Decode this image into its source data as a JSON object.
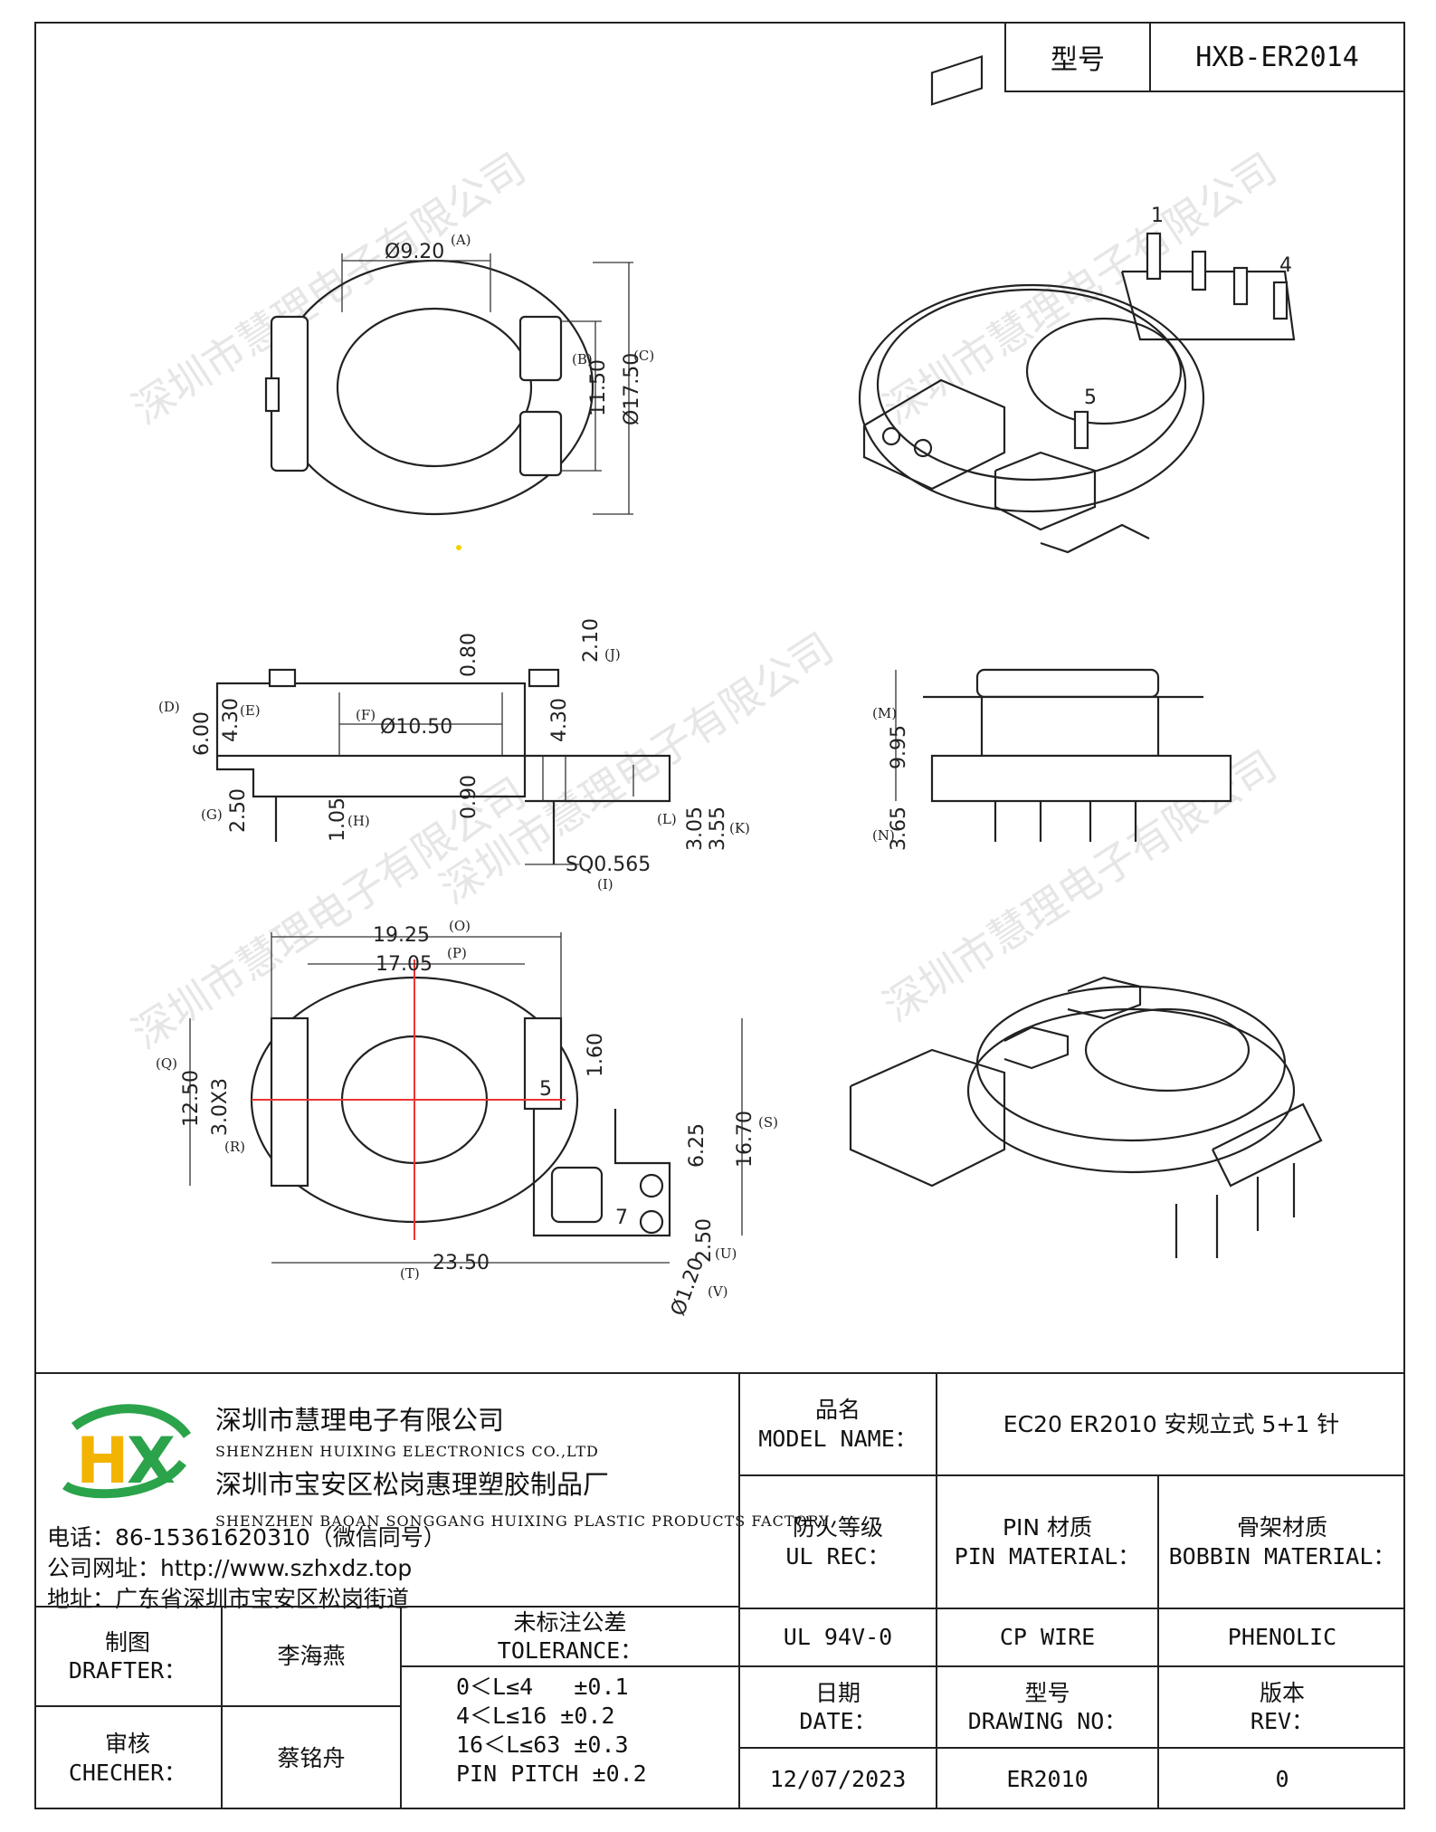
{
  "header": {
    "model_label": "型号",
    "model_value": "HXB-ER2014"
  },
  "watermark": "深圳市慧理电子有限公司",
  "icon": "hx-logo",
  "views": {
    "top_dims": [
      "Ø9.20",
      "(A)",
      "11.50",
      "(B)",
      "Ø17.50",
      "(C)"
    ],
    "side_dims": [
      "2.10",
      "(J)",
      "0.80",
      "6.00",
      "(D)",
      "4.30",
      "(E)",
      "(F)",
      "Ø10.50",
      "4.30",
      "0.90",
      "2.50",
      "(G)",
      "1.05",
      "(H)",
      "3.05",
      "(L)",
      "3.55",
      "(K)",
      "SQ0.565",
      "(I)"
    ],
    "end_dims": [
      "9.95",
      "(M)",
      "3.65",
      "(N)"
    ],
    "bottom_dims": [
      "19.25",
      "(O)",
      "17.05",
      "(P)",
      "1.60",
      "12.50",
      "(Q)",
      "3.0X3",
      "(R)",
      "6.25",
      "16.70",
      "(S)",
      "23.50",
      "(T)",
      "2.50",
      "(U)",
      "Ø1.20",
      "(V)"
    ],
    "pins": [
      "1",
      "4",
      "5",
      "5",
      "7"
    ]
  },
  "company": {
    "name_cn": "深圳市慧理电子有限公司",
    "name_en": "SHENZHEN HUIXING ELECTRONICS CO.,LTD",
    "factory_cn": "深圳市宝安区松岗惠理塑胶制品厂",
    "factory_en": "SHENZHEN BAOAN SONGGANG HUIXING PLASTIC PRODUCTS FACTORY",
    "phone": "电话：86-15361620310（微信同号）",
    "website": "公司网址：http://www.szhxdz.top",
    "address": "地址：广东省深圳市宝安区松岗街道"
  },
  "title_block": {
    "model_name_cn": "品名",
    "model_name_en": "MODEL NAME：",
    "model_name_value": "EC20 ER2010 安规立式 5+1 针",
    "ul_cn": "防火等级",
    "ul_en": "UL REC：",
    "pin_cn": "PIN 材质",
    "pin_en": "PIN MATERIAL：",
    "bobbin_cn": "骨架材质",
    "bobbin_en": "BOBBIN MATERIAL：",
    "ul_value": "UL 94V-0",
    "pin_value": "CP WIRE",
    "bobbin_value": "PHENOLIC",
    "drafter_cn": "制图",
    "drafter_en": "DRAFTER：",
    "drafter_name": "李海燕",
    "checker_cn": "审核",
    "checker_en": "CHECHER：",
    "checker_name": "蔡铭舟",
    "tol_cn": "未标注公差",
    "tol_en": "TOLERANCE：",
    "tol_lines": [
      "0＜L≤4   ±0.1",
      "4＜L≤16 ±0.2",
      "16＜L≤63 ±0.3",
      "PIN PITCH ±0.2"
    ],
    "date_cn": "日期",
    "date_en": "DATE：",
    "date_value": "12/07/2023",
    "drawing_cn": "型号",
    "drawing_en": "DRAWING NO：",
    "drawing_value": "ER2010",
    "rev_cn": "版本",
    "rev_en": "REV：",
    "rev_value": "0"
  },
  "colors": {
    "line": "#222222",
    "center": "#e33333",
    "logo_green": "#2aa34a",
    "logo_yellow": "#f2b400"
  }
}
